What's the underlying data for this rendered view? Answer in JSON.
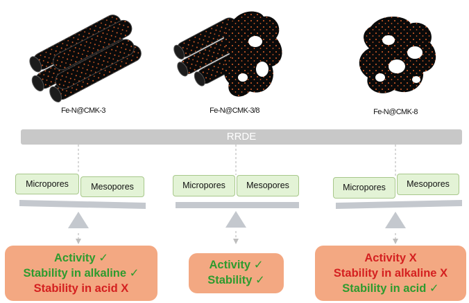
{
  "materials": [
    {
      "name": "Fe-N@CMK-3"
    },
    {
      "name": "Fe-N@CMK-3/8"
    },
    {
      "name": "Fe-N@CMK-8"
    }
  ],
  "rrde_label": "RRDE",
  "pores": {
    "micro": "Micropores",
    "meso": "Mesopores"
  },
  "results": [
    {
      "lines": [
        {
          "text": "Activity",
          "mark": "✓",
          "status": "good"
        },
        {
          "text": "Stability in alkaline",
          "mark": "✓",
          "status": "good"
        },
        {
          "text": "Stability in acid",
          "mark": "X",
          "status": "bad"
        }
      ]
    },
    {
      "lines": [
        {
          "text": "Activity",
          "mark": "✓",
          "status": "good"
        },
        {
          "text": "Stability",
          "mark": "✓",
          "status": "good"
        }
      ]
    },
    {
      "lines": [
        {
          "text": "Activity",
          "mark": "X",
          "status": "bad"
        },
        {
          "text": "Stability in alkaline",
          "mark": "X",
          "status": "bad"
        },
        {
          "text": "Stability in acid",
          "mark": "✓",
          "status": "good"
        }
      ]
    }
  ],
  "colors": {
    "good": "#2e9b2e",
    "bad": "#d42020",
    "result_box": "#f3a882",
    "pore_fill": "#e3f3d6",
    "pore_border": "#a7c78a",
    "bar": "#c8c8c8"
  }
}
